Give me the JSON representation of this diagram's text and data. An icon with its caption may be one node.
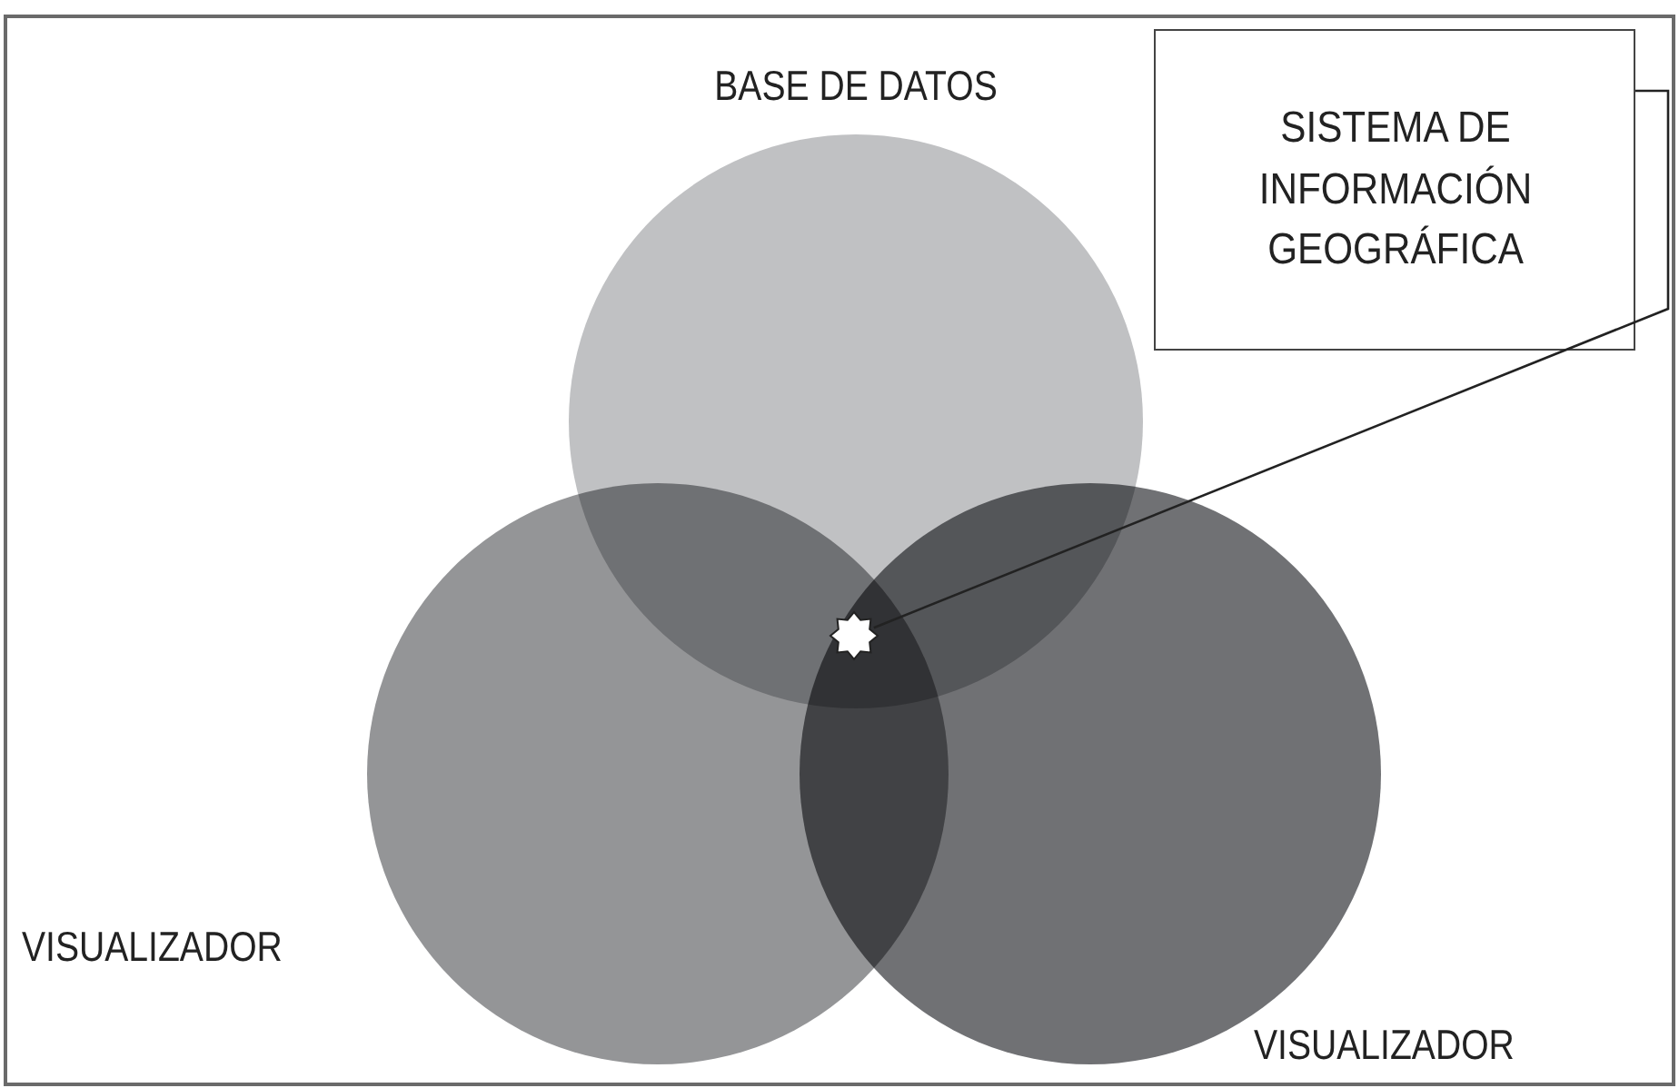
{
  "diagram": {
    "nodes": [
      {
        "text": [
          "BASE DE DATOS"
        ]
      },
      {
        "text": [
          "VISUALIZADOR"
        ]
      },
      {
        "text": [
          "VISUALIZADOR"
        ]
      },
      {
        "text": [
          "SISTEMA DE INFORMACIÓN GEOGRÁFICA"
        ]
      },
      {
        "text": [],
        "shape": "star"
      }
    ],
    "edges": [
      {
        "from": 3,
        "to": 4,
        "arrow": "none"
      }
    ]
  }
}
